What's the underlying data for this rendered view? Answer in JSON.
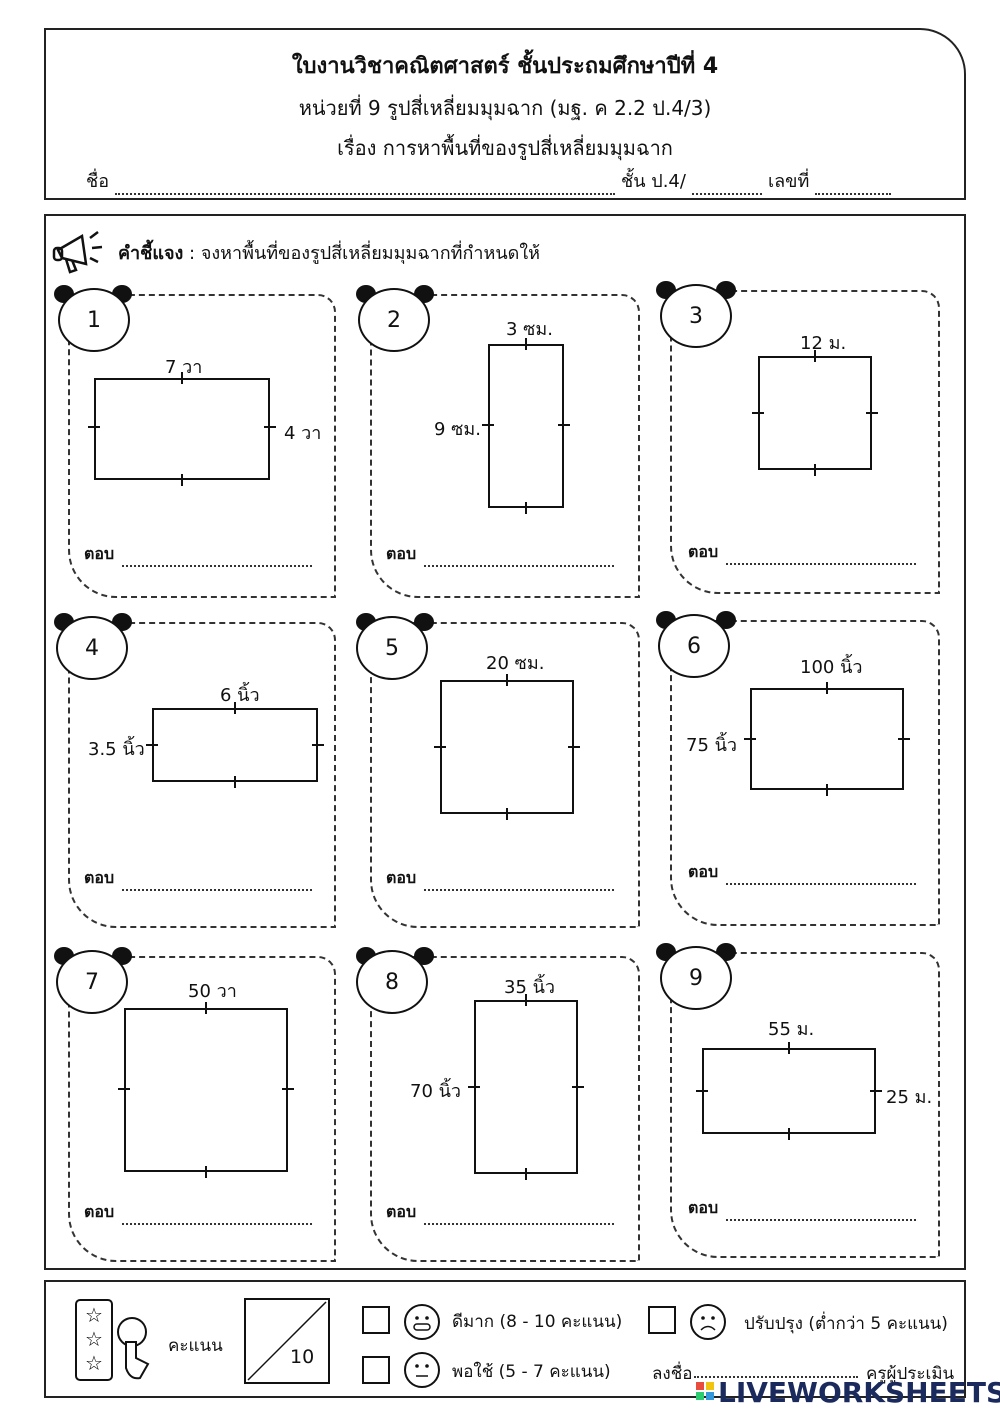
{
  "header": {
    "title": "ใบงานวิชาคณิตศาสตร์ ชั้นประถมศึกษาปีที่ 4",
    "unit": "หน่วยที่ 9 รูปสี่เหลี่ยมมุมฉาก (มฐ. ค 2.2 ป.4/3)",
    "topic": "เรื่อง การหาพื้นที่ของรูปสี่เหลี่ยมมุมฉาก",
    "name_label": "ชื่อ",
    "class_label": "ชั้น ป.4/",
    "number_label": "เลขที่"
  },
  "instruction": {
    "label": "คำชี้แจง",
    "text": ": จงหาพื้นที่ของรูปสี่เหลี่ยมมุมฉากที่กำหนดให้"
  },
  "answer_label": "ตอบ",
  "problems": [
    {
      "num": "1",
      "top": "7 วา",
      "side": "4 วา"
    },
    {
      "num": "2",
      "top": "3 ซม.",
      "side": "9 ซม."
    },
    {
      "num": "3",
      "top": "12 ม.",
      "side": ""
    },
    {
      "num": "4",
      "top": "6 นิ้ว",
      "side": "3.5 นิ้ว"
    },
    {
      "num": "5",
      "top": "20 ซม.",
      "side": ""
    },
    {
      "num": "6",
      "top": "100 นิ้ว",
      "side": "75 นิ้ว"
    },
    {
      "num": "7",
      "top": "50 วา",
      "side": ""
    },
    {
      "num": "8",
      "top": "35 นิ้ว",
      "side": "70 นิ้ว"
    },
    {
      "num": "9",
      "top": "55 ม.",
      "side": "25 ม."
    }
  ],
  "footer": {
    "score_label": "คะแนน",
    "score_max": "10",
    "very_good": "ดีมาก (8 - 10 คะแนน)",
    "ok": "พอใช้ (5 - 7 คะแนน)",
    "improve": "ปรับปรุง (ต่ำกว่า 5 คะแนน)",
    "sign_label": "ลงชื่อ",
    "evaluator": "ครูผู้ประเมิน"
  },
  "watermark": "LIVEWORKSHEETS"
}
